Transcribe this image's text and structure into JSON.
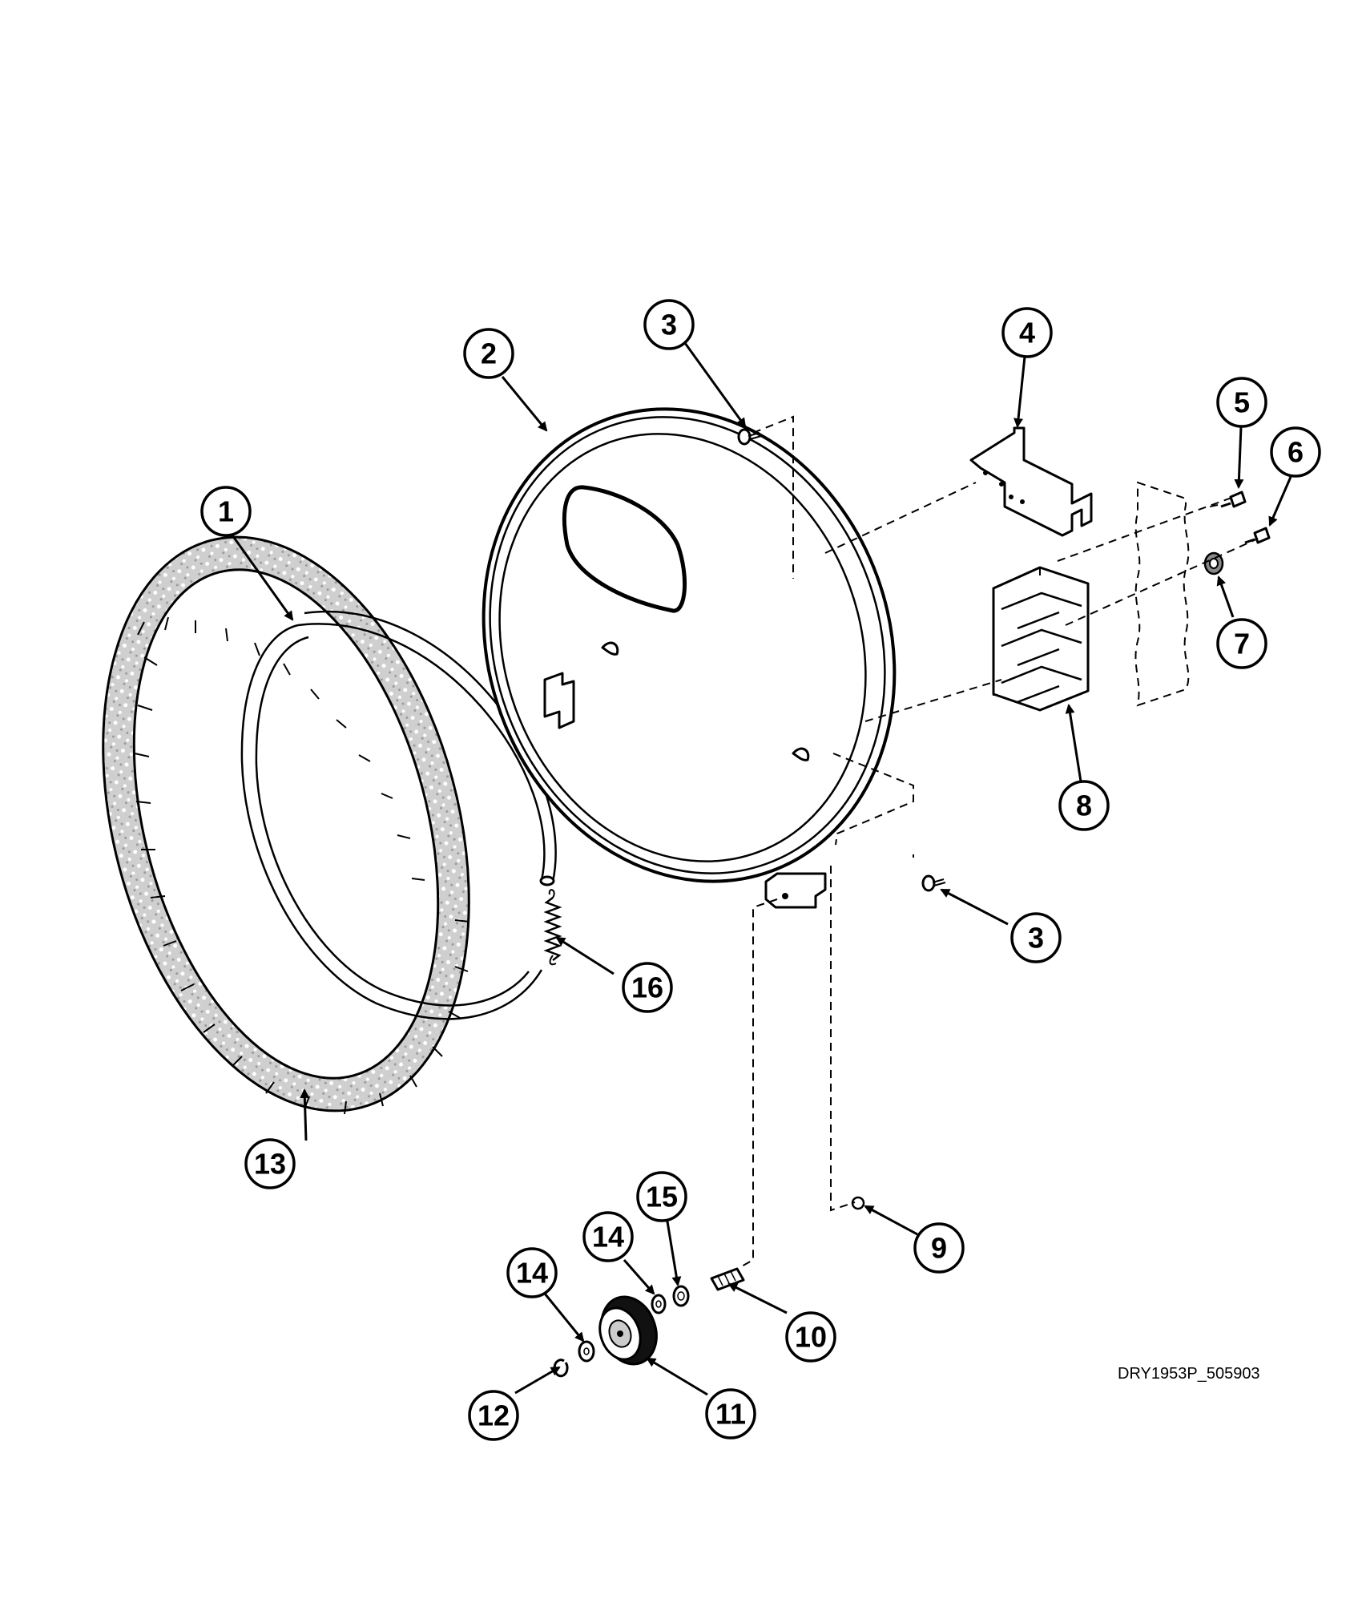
{
  "drawing_code": "DRY1953P_505903",
  "callouts": [
    {
      "id": "c1",
      "label": "1"
    },
    {
      "id": "c2",
      "label": "2"
    },
    {
      "id": "c3a",
      "label": "3"
    },
    {
      "id": "c3b",
      "label": "3"
    },
    {
      "id": "c4",
      "label": "4"
    },
    {
      "id": "c5",
      "label": "5"
    },
    {
      "id": "c6",
      "label": "6"
    },
    {
      "id": "c7",
      "label": "7"
    },
    {
      "id": "c8",
      "label": "8"
    },
    {
      "id": "c9",
      "label": "9"
    },
    {
      "id": "c10",
      "label": "10"
    },
    {
      "id": "c11",
      "label": "11"
    },
    {
      "id": "c12",
      "label": "12"
    },
    {
      "id": "c13",
      "label": "13"
    },
    {
      "id": "c14a",
      "label": "14"
    },
    {
      "id": "c14b",
      "label": "14"
    },
    {
      "id": "c15",
      "label": "15"
    },
    {
      "id": "c16",
      "label": "16"
    }
  ],
  "colors": {
    "line": "#000000",
    "felt": "#c8c8c8",
    "background": "#ffffff"
  }
}
